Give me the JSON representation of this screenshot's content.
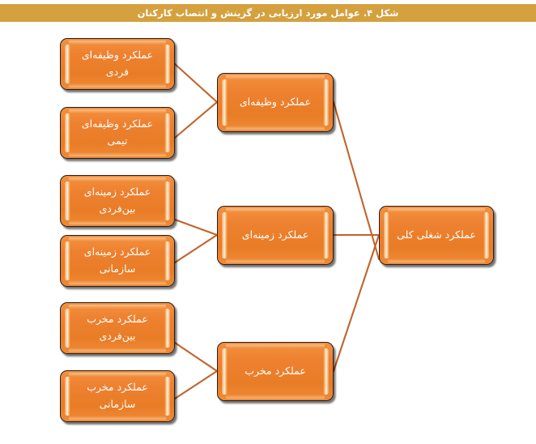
{
  "figure": {
    "caption": "شکل ۴. عوامل مورد ارزیابی در گزینش و انتصاب کارکنان",
    "caption_bar_color": "#d4a13e",
    "node_fill_color": "#ee8130",
    "node_border_color": "#231f20",
    "connector_color": "#c1642a",
    "label_text_color": "#ffffff",
    "background_color": "#ffffff"
  },
  "nodes": {
    "leaf": [
      {
        "id": "task-individual",
        "line1": "عملکرد وظیفه‌ای",
        "line2": "فردی"
      },
      {
        "id": "task-team",
        "line1": "عملکرد وظیفه‌ای",
        "line2": "تیمی"
      },
      {
        "id": "contextual-interpersonal",
        "line1": "عملکرد زمینه‌ای",
        "line2": "بین‌فردی"
      },
      {
        "id": "contextual-organizational",
        "line1": "عملکرد زمینه‌ای",
        "line2": "سازمانی"
      },
      {
        "id": "counterproductive-interpersonal",
        "line1": "عملکرد مخرب",
        "line2": "بین‌فردی"
      },
      {
        "id": "counterproductive-organizational",
        "line1": "عملکرد مخرب",
        "line2": "سازمانی"
      }
    ],
    "middle": [
      {
        "id": "task-performance",
        "label": "عملکرد وظیفه‌ای"
      },
      {
        "id": "contextual-performance",
        "label": "عملکرد زمینه‌ای"
      },
      {
        "id": "counterproductive-performance",
        "label": "عملکرد مخرب"
      }
    ],
    "root": {
      "id": "overall-job-performance",
      "label": "عملکرد شغلی کلی"
    }
  },
  "edges": [
    {
      "from": "task-individual",
      "to": "task-performance"
    },
    {
      "from": "task-team",
      "to": "task-performance"
    },
    {
      "from": "contextual-interpersonal",
      "to": "contextual-performance"
    },
    {
      "from": "contextual-organizational",
      "to": "contextual-performance"
    },
    {
      "from": "counterproductive-interpersonal",
      "to": "counterproductive-performance"
    },
    {
      "from": "counterproductive-organizational",
      "to": "counterproductive-performance"
    },
    {
      "from": "task-performance",
      "to": "overall-job-performance"
    },
    {
      "from": "contextual-performance",
      "to": "overall-job-performance"
    },
    {
      "from": "counterproductive-performance",
      "to": "overall-job-performance"
    }
  ]
}
